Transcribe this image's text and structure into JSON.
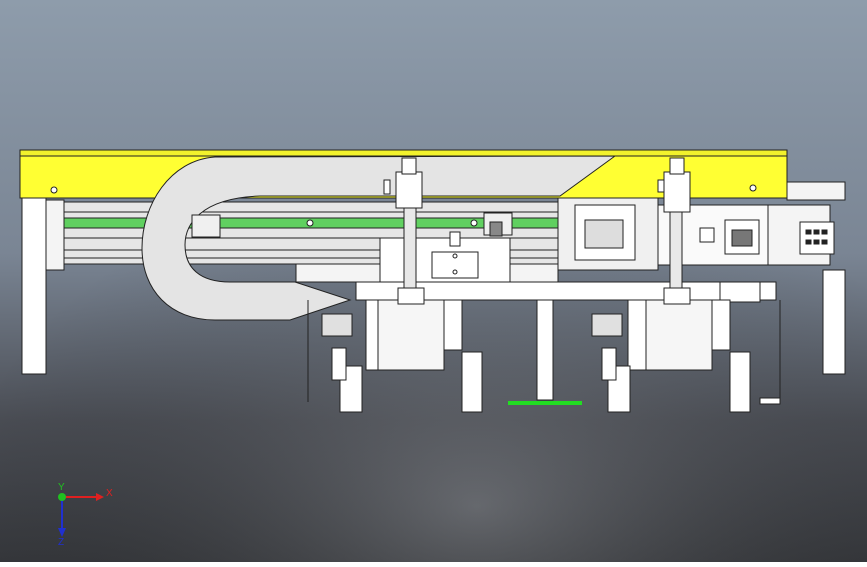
{
  "viewport": {
    "background_top": "#8c9aa9",
    "background_bottom": "#3d3f44"
  },
  "triad": {
    "x_label": "X",
    "y_label": "Y",
    "z_label": "Z",
    "x_color": "#e02020",
    "y_color": "#20c020",
    "z_color": "#2030d0"
  },
  "colors": {
    "frame_yellow": "#ffff33",
    "rail_green": "#60d060",
    "part_fill": "#ffffff",
    "edge": "#202020",
    "accent_green": "#22dd22"
  }
}
